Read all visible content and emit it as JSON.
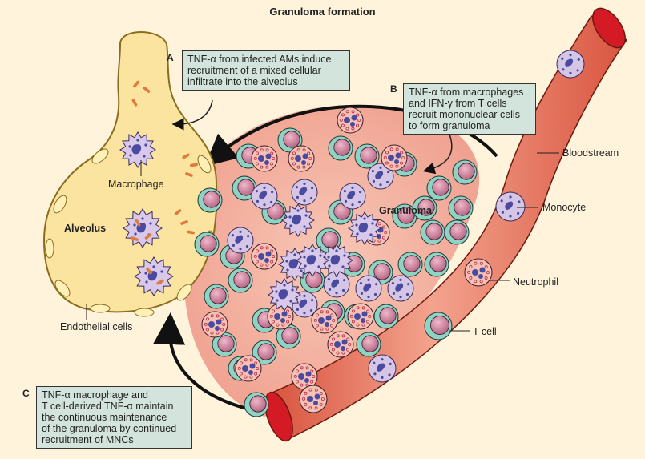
{
  "title": "Granuloma formation",
  "colors": {
    "background": "#fff3dc",
    "alveolus_fill": "#fbe3a0",
    "granuloma_fill": "#f6b5a4",
    "vessel_fill": "#e46d55",
    "vessel_opening": "#d41a24",
    "textbox_fill": "#d3e4dc",
    "tcell_ring": "#8fd3c4",
    "tcell_core": "#c77a95",
    "monocyte_fill": "#d6c6e6",
    "nucleus": "#4a4aa0",
    "bacteria": "#e07a3a"
  },
  "steps": [
    {
      "letter": "A",
      "lines": [
        "TNF-α from infected AMs induce",
        "recruitment of a mixed cellular",
        "infiltrate into the alveolus"
      ]
    },
    {
      "letter": "B",
      "lines": [
        "TNF-α from macrophages",
        "and IFN-γ from T cells",
        "recruit mononuclear cells",
        "to form granuloma"
      ]
    },
    {
      "letter": "C",
      "lines": [
        "TNF-α macrophage and",
        "T cell-derived TNF-α maintain",
        "the continuous maintenance",
        "of the granuloma by continued",
        "recruitment of MNCs"
      ]
    }
  ],
  "labels": {
    "macrophage": "Macrophage",
    "alveolus": "Alveolus",
    "endothelial_cells": "Endothelial cells",
    "granuloma": "Granuloma",
    "bloodstream": "Bloodstream",
    "monocyte": "Monocyte",
    "neutrophil": "Neutrophil",
    "t_cell": "T cell"
  }
}
